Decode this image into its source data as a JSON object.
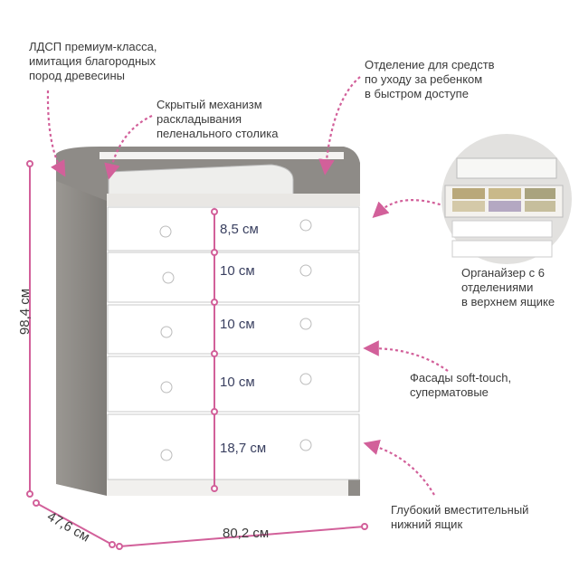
{
  "colors": {
    "accent": "#d2609a",
    "wood": "#8f8c88",
    "front": "#ffffff"
  },
  "callouts": {
    "material": "ЛДСП премиум-класса,\nимитация благородных\nпород древесины",
    "mechanism": "Скрытый механизм\nраскладывания\nпеленального столика",
    "compartment": "Отделение для средств\nпо уходу за ребенком\nв быстром доступе",
    "organizer": "Органайзер с 6\nотделениями\nв верхнем ящике",
    "facades": "Фасады soft-touch,\nсуперматовые",
    "bottom_drawer": "Глубокий вместительный\nнижний ящик"
  },
  "dimensions": {
    "height": "98,4 см",
    "depth": "47,6 см",
    "width": "80,2 см"
  },
  "drawer_heights": [
    "8,5 см",
    "10 см",
    "10 см",
    "10 см",
    "18,7 см"
  ]
}
